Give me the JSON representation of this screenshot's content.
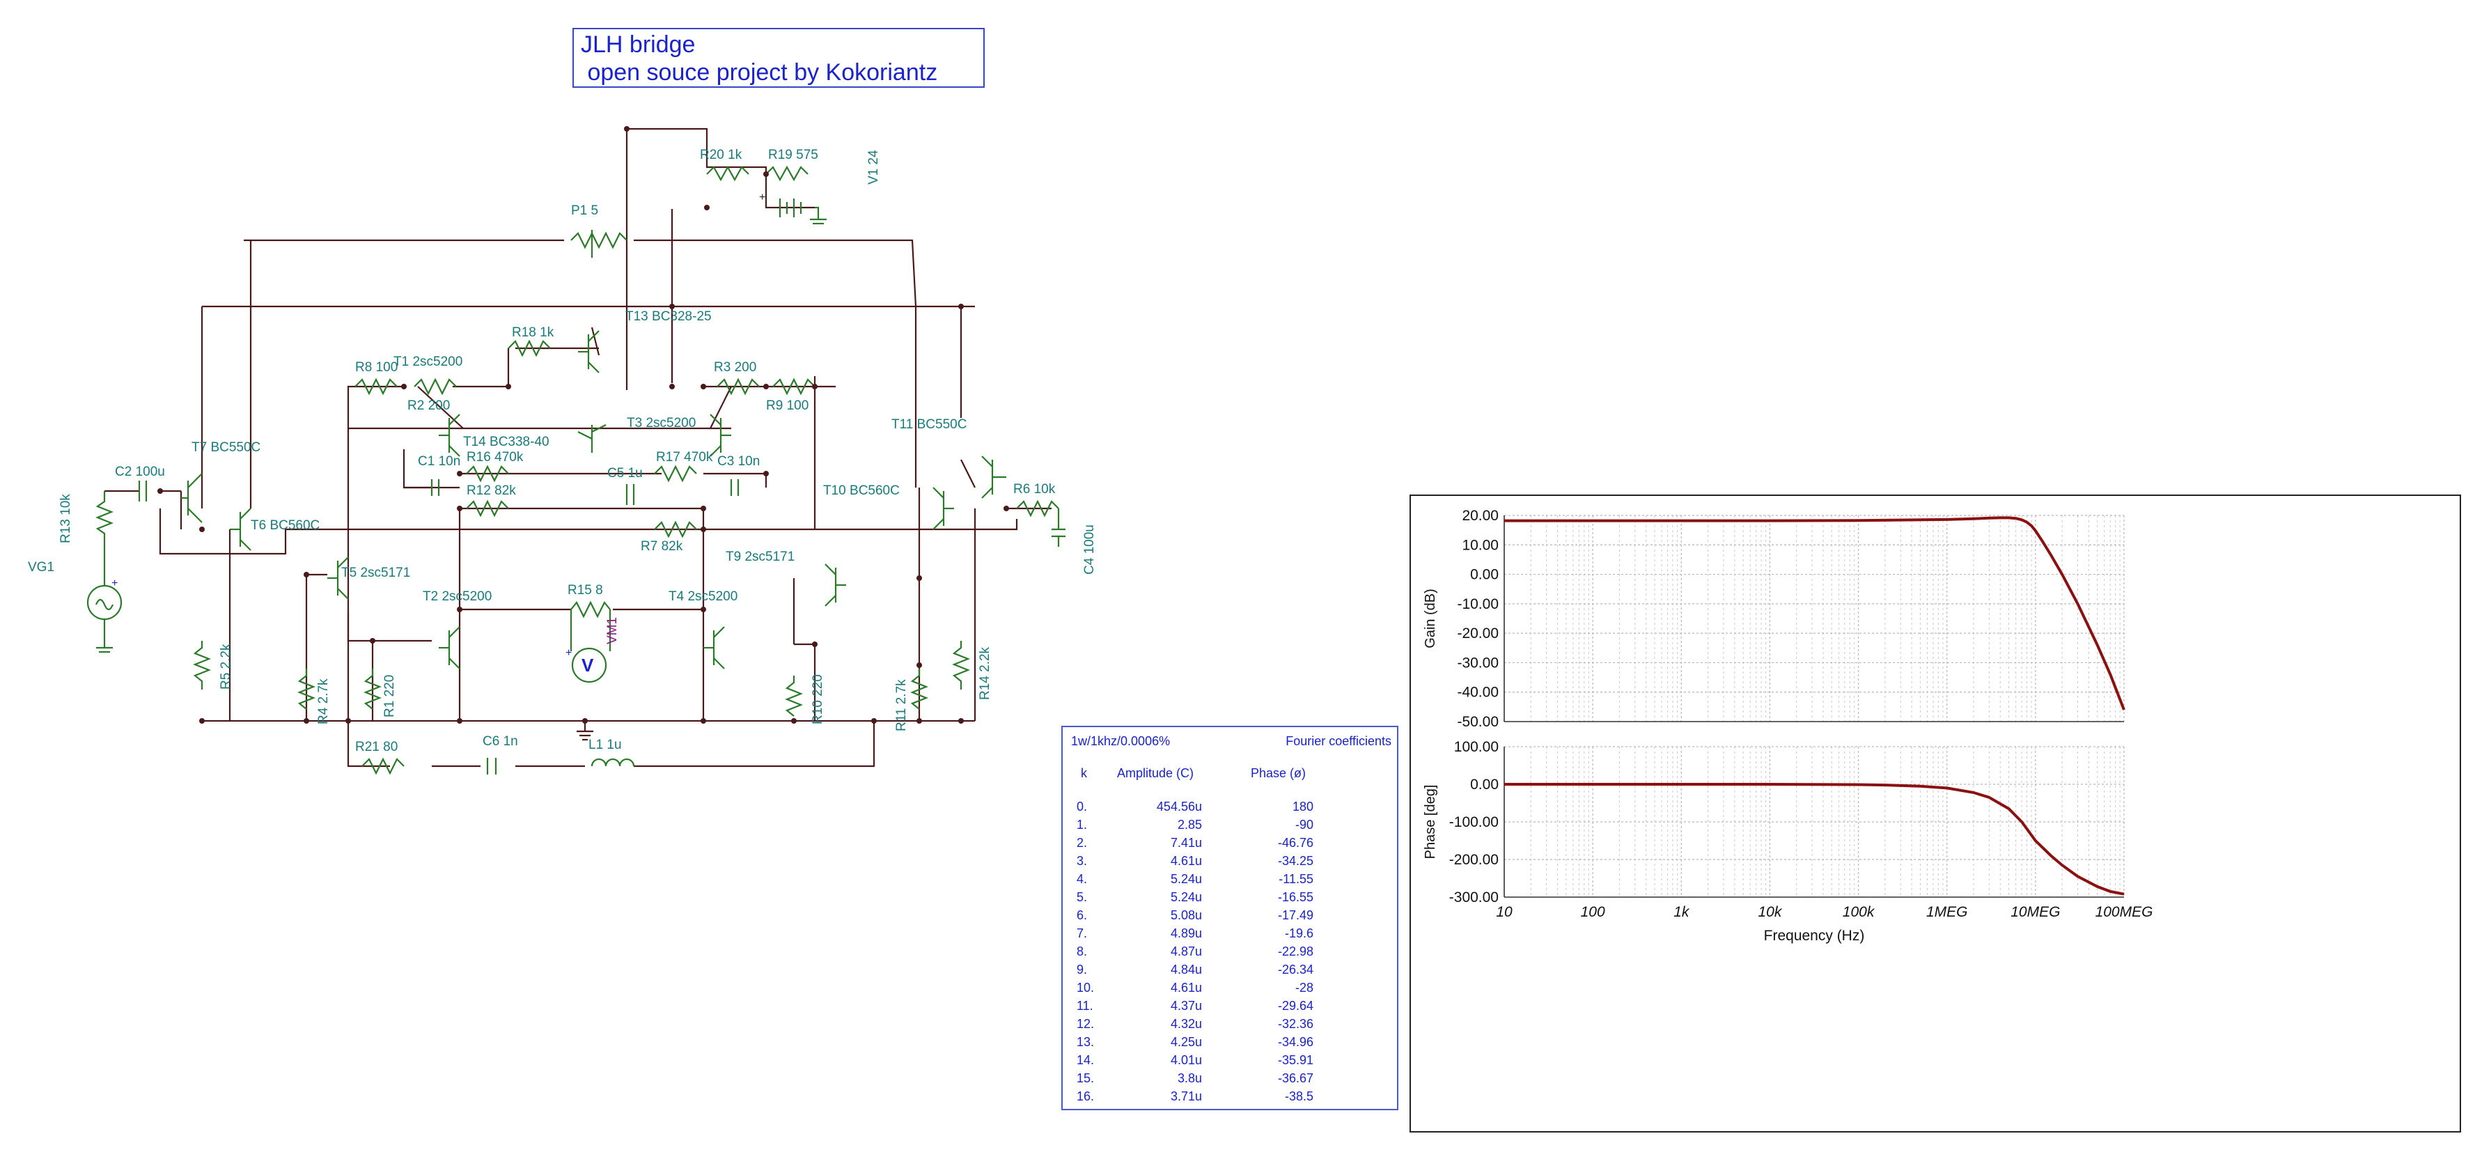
{
  "title": {
    "line1": "JLH bridge",
    "line2": " open souce project by Kokoriantz"
  },
  "components": {
    "VG1": "VG1",
    "R13": "R13 10k",
    "C2": "C2 100u",
    "T7": "T7 BC550C",
    "T6": "T6 BC560C",
    "R5": "R5 2.2k",
    "R4": "R4 2.7k",
    "R1": "R1 220",
    "T5": "T5 2sc5171",
    "R8": "R8 100",
    "T1": "T1 2sc5200",
    "R2": "R2 200",
    "T14": "T14 BC338-40",
    "C1": "C1 10n",
    "R16": "R16 470k",
    "R12": "R12 82k",
    "R18": "R18 1k",
    "T13": "T13 BC328-25",
    "T3": "T3 2sc5200",
    "C5": "C5 1u",
    "R17": "R17 470k",
    "C3": "C3 10n",
    "R7": "R7 82k",
    "R3": "R3 200",
    "R9": "R9 100",
    "T2": "T2 2sc5200",
    "R15": "R15 8",
    "VM1": "VM1",
    "T4": "T4 2sc5200",
    "T9": "T9 2sc5171",
    "T10": "T10 BC560C",
    "T11": "T11 BC550C",
    "R6": "R6 10k",
    "C4": "C4 100u",
    "R14": "R14 2.2k",
    "R11": "R11 2.7k",
    "R10": "R10 220",
    "R21": "R21 80",
    "C6": "C6 1n",
    "L1": "L1 1u",
    "P1": "P1 5",
    "R20": "R20 1k",
    "R19": "R19 575",
    "V1": "V1 24",
    "voltmeter_symbol": "V",
    "plus_sign": "+"
  },
  "fourier": {
    "header_left": "1w/1khz/0.0006%",
    "header_right": "Fourier coefficients",
    "col_k": "k",
    "col_amp": "Amplitude (C)",
    "col_phase": "Phase (ø)",
    "rows": [
      [
        "0.",
        "454.56u",
        "180"
      ],
      [
        "1.",
        "2.85",
        "-90"
      ],
      [
        "2.",
        "7.41u",
        "-46.76"
      ],
      [
        "3.",
        "4.61u",
        "-34.25"
      ],
      [
        "4.",
        "5.24u",
        "-11.55"
      ],
      [
        "5.",
        "5.24u",
        "-16.55"
      ],
      [
        "6.",
        "5.08u",
        "-17.49"
      ],
      [
        "7.",
        "4.89u",
        "-19.6"
      ],
      [
        "8.",
        "4.87u",
        "-22.98"
      ],
      [
        "9.",
        "4.84u",
        "-26.34"
      ],
      [
        "10.",
        "4.61u",
        "-28"
      ],
      [
        "11.",
        "4.37u",
        "-29.64"
      ],
      [
        "12.",
        "4.32u",
        "-32.36"
      ],
      [
        "13.",
        "4.25u",
        "-34.96"
      ],
      [
        "14.",
        "4.01u",
        "-35.91"
      ],
      [
        "15.",
        "3.8u",
        "-36.67"
      ],
      [
        "16.",
        "3.71u",
        "-38.5"
      ]
    ]
  },
  "chart_data": [
    {
      "type": "line",
      "ylabel": "Gain (dB)",
      "xscale": "log",
      "xlim": [
        10,
        100000000
      ],
      "ylim": [
        -50,
        20
      ],
      "yticks": [
        "20.00",
        "10.00",
        "0.00",
        "-10.00",
        "-20.00",
        "-30.00",
        "-40.00",
        "-50.00"
      ],
      "grid": true,
      "line_color": "#8b1010",
      "series": [
        {
          "x": [
            10,
            100,
            1000,
            10000,
            100000,
            1000000,
            2000000,
            3000000,
            4000000,
            5000000,
            6000000,
            7000000,
            8000000,
            9000000,
            10000000,
            12000000,
            15000000,
            20000000,
            30000000,
            50000000,
            70000000,
            100000000
          ],
          "y": [
            18.2,
            18.2,
            18.2,
            18.2,
            18.3,
            18.6,
            18.9,
            19.1,
            19.2,
            19.2,
            19.0,
            18.5,
            17.7,
            16.5,
            14.8,
            11.2,
            6.5,
            0.0,
            -10.0,
            -24.0,
            -34.0,
            -46.0
          ]
        }
      ]
    },
    {
      "type": "line",
      "xlabel": "Frequency (Hz)",
      "ylabel": "Phase [deg]",
      "xscale": "log",
      "xlim": [
        10,
        100000000
      ],
      "ylim": [
        -300,
        100
      ],
      "yticks": [
        "100.00",
        "0.00",
        "-100.00",
        "-200.00",
        "-300.00"
      ],
      "xticks": [
        "10",
        "100",
        "1k",
        "10k",
        "100k",
        "1MEG",
        "10MEG",
        "100MEG"
      ],
      "grid": true,
      "line_color": "#8b1010",
      "series": [
        {
          "x": [
            10,
            100,
            1000,
            10000,
            100000,
            200000,
            500000,
            1000000,
            2000000,
            3000000,
            5000000,
            7000000,
            10000000,
            15000000,
            20000000,
            30000000,
            50000000,
            70000000,
            100000000
          ],
          "y": [
            0,
            0,
            0,
            0,
            -1,
            -2,
            -5,
            -10,
            -22,
            -35,
            -65,
            -100,
            -150,
            -190,
            -215,
            -245,
            -272,
            -285,
            -292
          ]
        }
      ]
    }
  ]
}
